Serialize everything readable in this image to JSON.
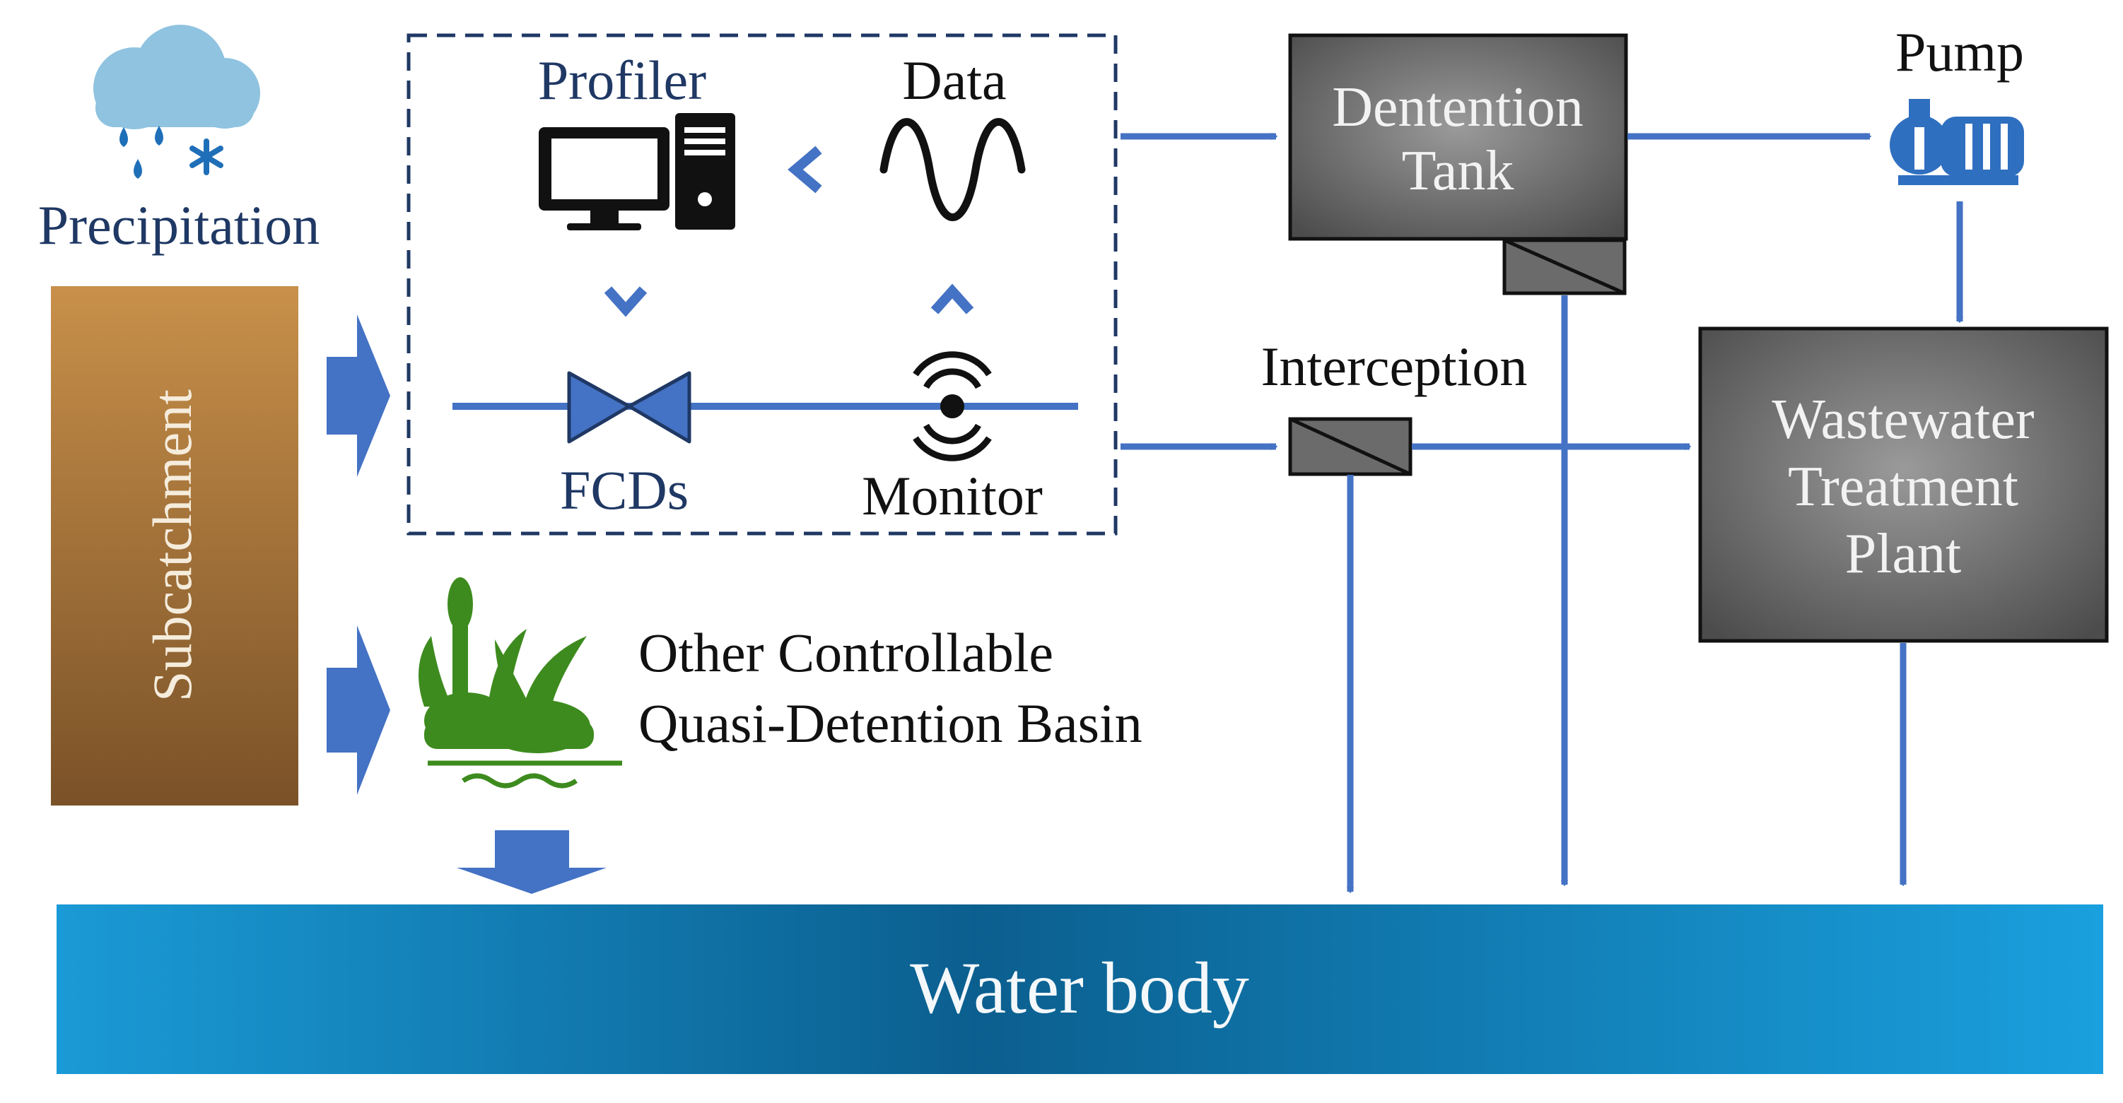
{
  "precipitation": {
    "label": "Precipitation"
  },
  "subcatchment": {
    "label": "Subcatchment"
  },
  "control_box": {
    "profiler": {
      "label": "Profiler"
    },
    "data": {
      "label": "Data"
    },
    "fcds": {
      "label": "FCDs"
    },
    "monitor": {
      "label": "Monitor"
    }
  },
  "detention_tank": {
    "line1": "Dentention",
    "line2": "Tank"
  },
  "pump": {
    "label": "Pump"
  },
  "interception": {
    "label": "Interception"
  },
  "wwtp": {
    "line1": "Wastewater",
    "line2": "Treatment",
    "line3": "Plant"
  },
  "basin": {
    "line1": "Other Controllable",
    "line2": "Quasi-Detention Basin"
  },
  "water_body": {
    "label": "Water body"
  },
  "colors": {
    "flow_arrow": "#4472c4",
    "label_navy": "#1f3864",
    "gray_box": "#6b6b6b",
    "water": "#0a6fa8",
    "soil": "#b07a3d",
    "plant": "#3d8b1e",
    "cloud": "#8fc3e0"
  }
}
